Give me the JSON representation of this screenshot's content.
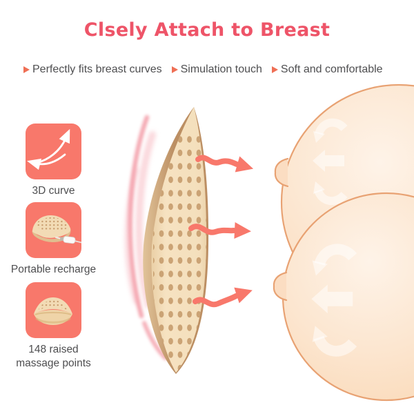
{
  "title": "Clsely Attach to Breast",
  "features": [
    {
      "label": "Perfectly fits breast curves"
    },
    {
      "label": "Simulation touch"
    },
    {
      "label": "Soft and comfortable"
    }
  ],
  "benefits": [
    {
      "icon": "3d-curve-icon",
      "label": "3D curve"
    },
    {
      "icon": "portable-recharge-icon",
      "label": "Portable recharge"
    },
    {
      "icon": "massage-points-icon",
      "label": "148 raised massage points"
    }
  ],
  "colors": {
    "accent": "#F8786B",
    "title": "#EE5468",
    "bullet": "#EF6F55",
    "text": "#4E4E50",
    "skin-edge": "#E8A273",
    "pad-face": "#F5E0BD",
    "pad-dot": "#C59A6B",
    "wave-pink": "#F2939F"
  }
}
